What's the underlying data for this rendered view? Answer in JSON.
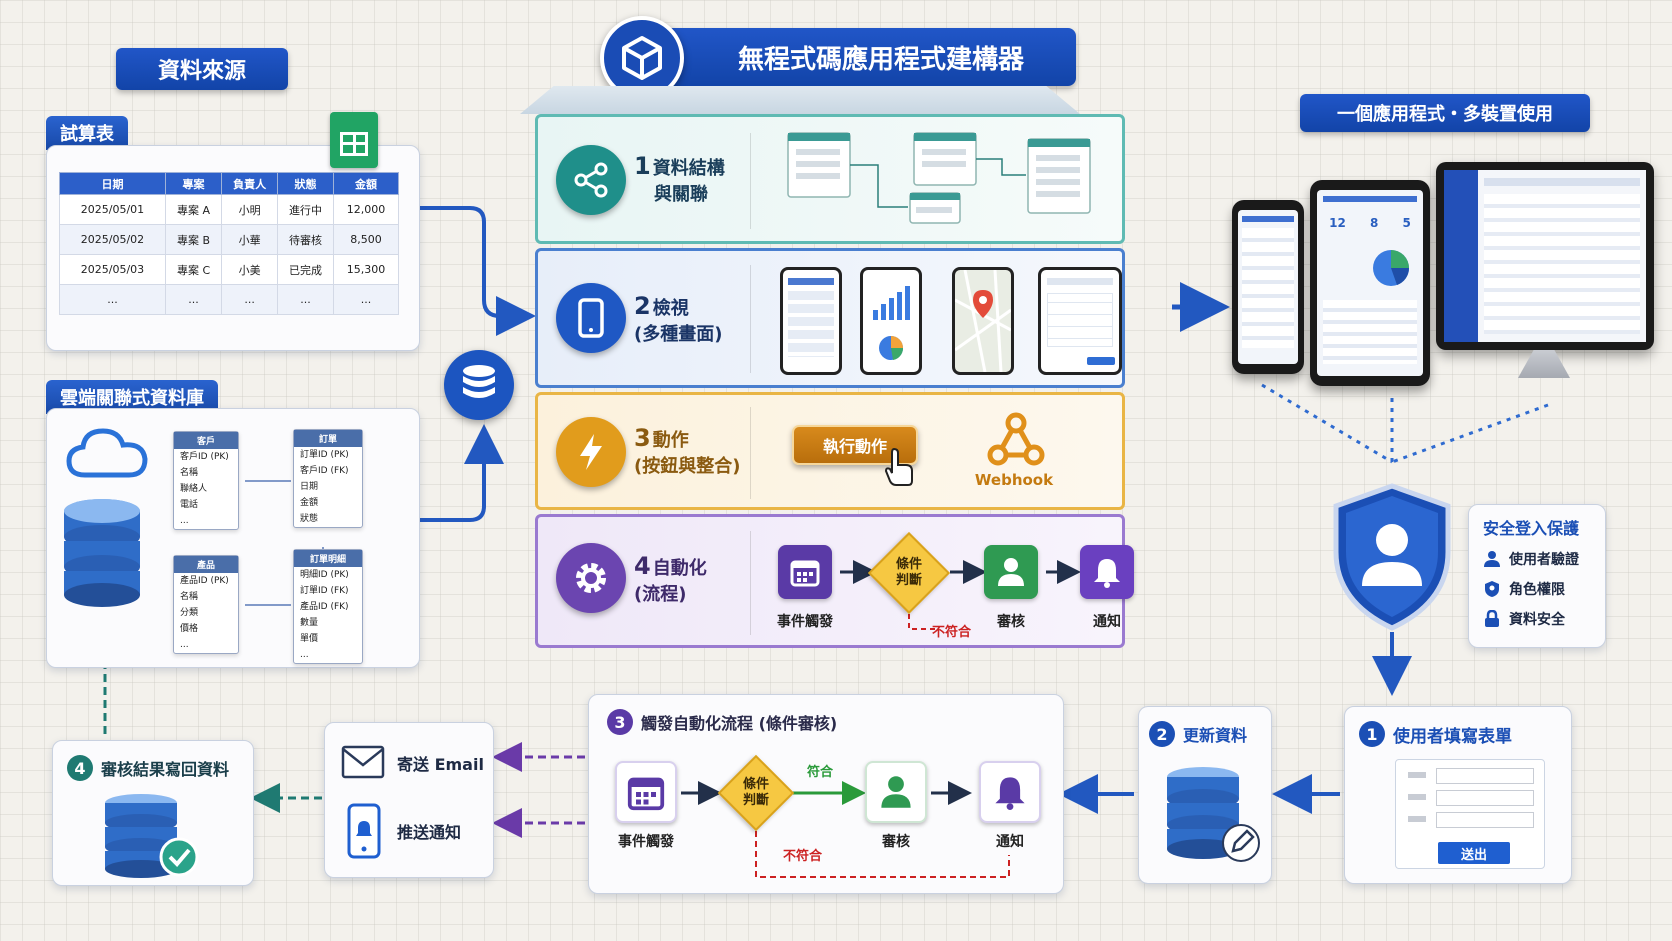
{
  "header": {
    "title": "無程式碼應用程式建構器"
  },
  "sources": {
    "title": "資料來源",
    "spreadsheet": {
      "tab": "試算表",
      "columns": [
        "日期",
        "專案",
        "負責人",
        "狀態",
        "金額"
      ],
      "rows": [
        [
          "2025/05/01",
          "專案 A",
          "小明",
          "進行中",
          "12,000"
        ],
        [
          "2025/05/02",
          "專案 B",
          "小華",
          "待審核",
          "8,500"
        ],
        [
          "2025/05/03",
          "專案 C",
          "小美",
          "已完成",
          "15,300"
        ],
        [
          "...",
          "...",
          "...",
          "...",
          "..."
        ]
      ]
    },
    "database": {
      "tab": "雲端關聯式資料庫",
      "tables": [
        {
          "name": "客戶",
          "fields": [
            "客戶ID (PK)",
            "名稱",
            "聯絡人",
            "電話",
            "..."
          ]
        },
        {
          "name": "訂單",
          "fields": [
            "訂單ID (PK)",
            "客戶ID (FK)",
            "日期",
            "金額",
            "狀態"
          ]
        },
        {
          "name": "產品",
          "fields": [
            "產品ID (PK)",
            "名稱",
            "分類",
            "價格",
            "..."
          ]
        },
        {
          "name": "訂單明細",
          "fields": [
            "明細ID (PK)",
            "訂單ID (FK)",
            "產品ID (FK)",
            "數量",
            "單價",
            "..."
          ]
        }
      ]
    }
  },
  "layers": [
    {
      "num": "1",
      "line1": "資料結構",
      "line2": "與關聯"
    },
    {
      "num": "2",
      "line1": "檢視",
      "line2": "(多種畫面)"
    },
    {
      "num": "3",
      "line1": "動作",
      "line2": "(按鈕與整合)",
      "button": "執行動作",
      "webhook": "Webhook"
    },
    {
      "num": "4",
      "line1": "自動化",
      "line2": "(流程)",
      "trigger": "事件觸發",
      "condition_l1": "條件",
      "condition_l2": "判斷",
      "review": "審核",
      "notify": "通知",
      "reject": "不符合"
    }
  ],
  "devices": {
    "title": "一個應用程式・多裝置使用",
    "tablet_stats": [
      "12",
      "8",
      "5"
    ]
  },
  "security": {
    "title": "安全登入保護",
    "items": [
      "使用者驗證",
      "角色權限",
      "資料安全"
    ]
  },
  "flow": {
    "step1": {
      "num": "1",
      "label": "使用者填寫表單",
      "submit": "送出"
    },
    "step2": {
      "num": "2",
      "label": "更新資料"
    },
    "step3": {
      "num": "3",
      "label": "觸發自動化流程 (條件審核)",
      "trigger": "事件觸發",
      "condition_l1": "條件",
      "condition_l2": "判斷",
      "match": "符合",
      "review": "審核",
      "notify": "通知",
      "reject": "不符合"
    },
    "outputs": {
      "email": "寄送 Email",
      "push": "推送通知"
    },
    "step4": {
      "num": "4",
      "label": "審核結果寫回資料"
    }
  },
  "colors": {
    "brand_blue": "#1b4fb5",
    "layer1": "#2a9a9a",
    "layer2": "#2c62b8",
    "layer3": "#e0a020",
    "layer4": "#7a52b8",
    "reject_red": "#cc2222",
    "match_green": "#2a9a3a"
  }
}
